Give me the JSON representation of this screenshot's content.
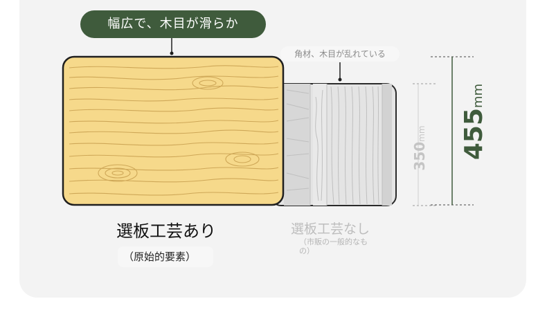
{
  "title_pill": "幅広で、木目が滑らか",
  "callout_ordinary": "角材、木目が乱れている",
  "label_selected": "選板工芸あり",
  "label_selected_sub": "（原始的要素）",
  "label_ordinary": "選板工芸なし",
  "label_ordinary_sub": "（市販の一般的なもの）",
  "dim_small_value": "350",
  "dim_small_unit": "mm",
  "dim_large_value": "455",
  "dim_large_unit": "mm",
  "colors": {
    "accent_green": "#3f5b3c",
    "wood_yellow": "#f6d98b",
    "grey_board": "#e2e2e2",
    "card_bg": "#f3f3f3"
  }
}
